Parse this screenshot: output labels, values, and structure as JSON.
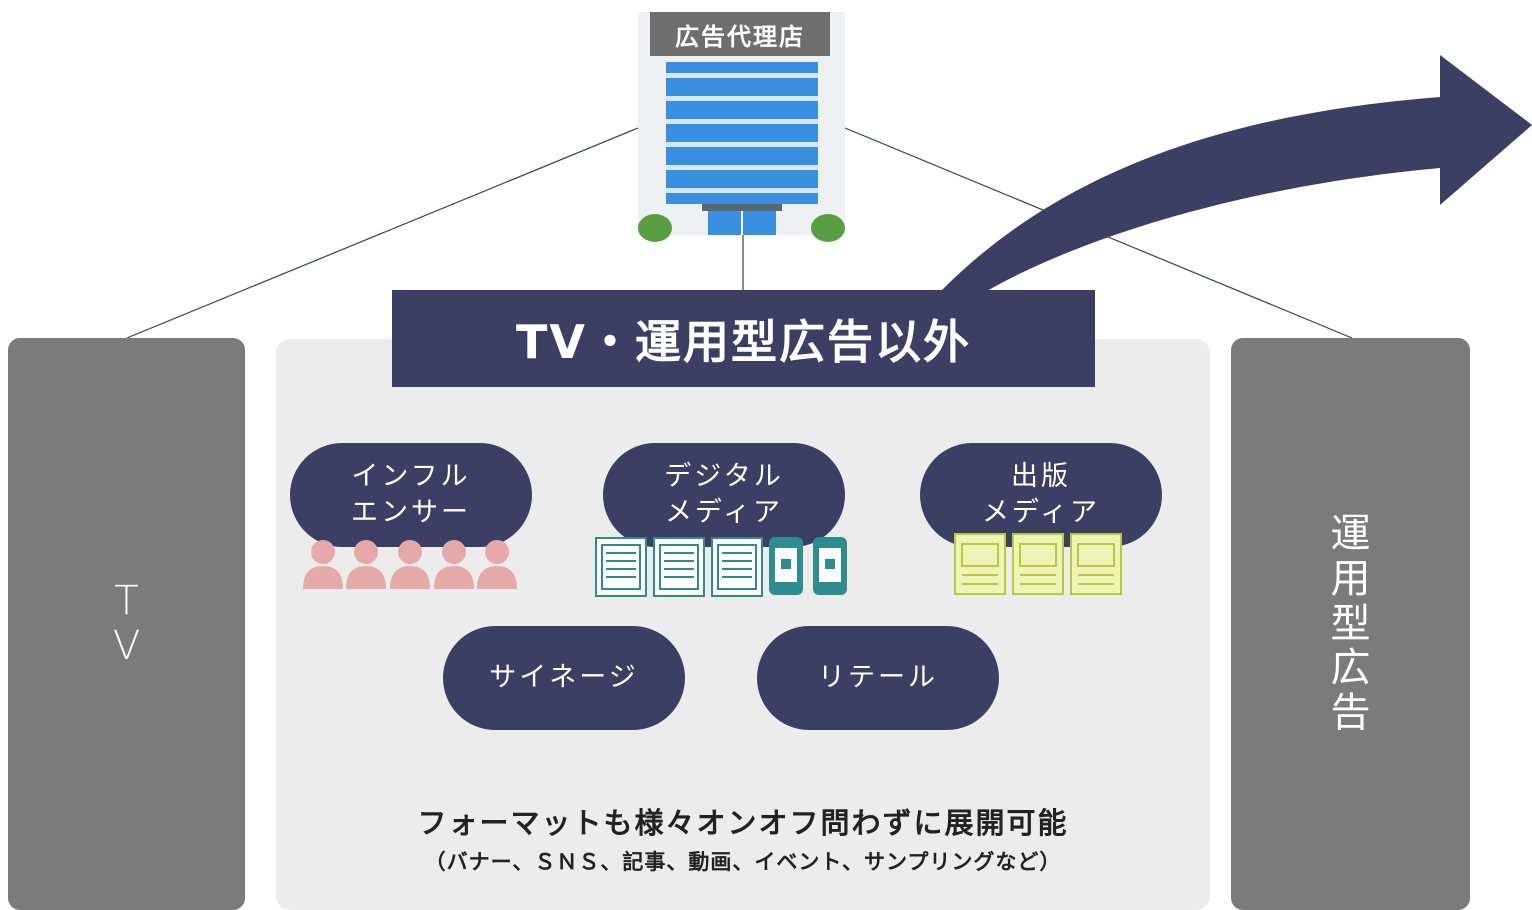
{
  "colors": {
    "navy": "#3a3f63",
    "pillar_gray": "#7b7b7b",
    "panel_gray": "#ececec",
    "influencer_pink": "#e6a9aa",
    "digital_teal": "#2f8c8e",
    "publish_lime": "#c8d84a",
    "building_blue": "#3a8fe0"
  },
  "agency": {
    "label": "広告代理店",
    "icon": "office-building-icon"
  },
  "banner": {
    "title": "TV・運用型広告以外"
  },
  "pillars": {
    "tv": "T\nV",
    "unyo": "運\n用\n型\n広\n告"
  },
  "media": {
    "influencer": {
      "label": "インフル\nエンサー",
      "icon": "person-icon"
    },
    "digital": {
      "label": "デジタル\nメディア",
      "icon": "newspaper-phone-icon"
    },
    "publish": {
      "label": "出版\nメディア",
      "icon": "magazine-icon"
    },
    "signage": {
      "label": "サイネージ"
    },
    "retail": {
      "label": "リテール"
    }
  },
  "footer": {
    "main": "フォーマットも様々オンオフ問わずに展開可能",
    "sub": "（バナー、ＳＮＳ、記事、動画、イベント、サンプリングなど）"
  }
}
